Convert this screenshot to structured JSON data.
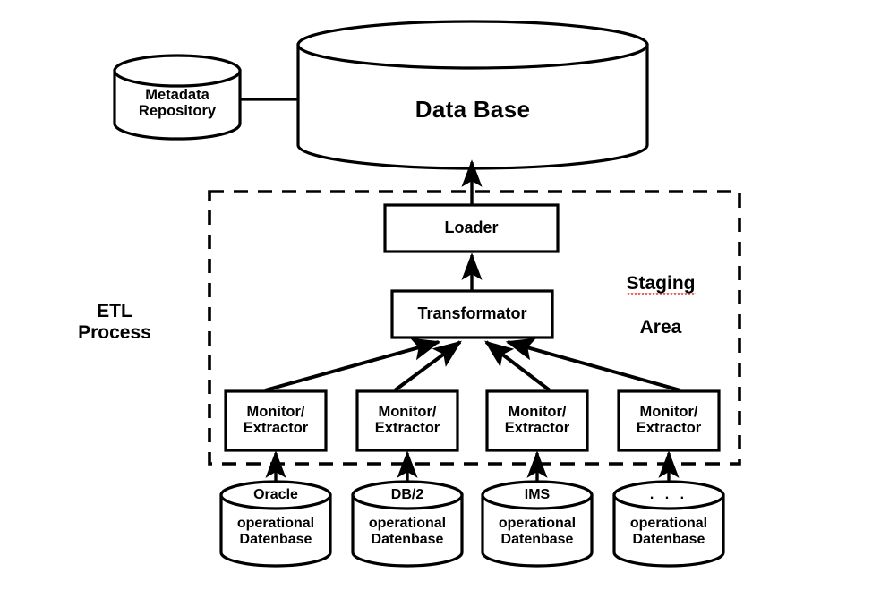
{
  "diagram": {
    "title": "ETL Process / Data Warehouse Staging Area",
    "stroke_color": "#000000",
    "background_color": "#ffffff",
    "spellcheck_underline_color": "#e23b2e"
  },
  "warehouse": {
    "database_label": "Data Base",
    "metadata_label": "Metadata\nRepository"
  },
  "staging": {
    "area_label": "Staging\nArea",
    "area_label_line1": "Staging",
    "area_label_line2": "Area",
    "etl_label": "ETL\nProcess",
    "loader_label": "Loader",
    "transformator_label": "Transformator"
  },
  "extractors": [
    {
      "label": "Monitor/\nExtractor"
    },
    {
      "label": "Monitor/\nExtractor"
    },
    {
      "label": "Monitor/\nExtractor"
    },
    {
      "label": "Monitor/\nExtractor"
    }
  ],
  "sources": [
    {
      "name": "Oracle",
      "body": "operational\nDatenbase"
    },
    {
      "name": "DB/2",
      "body": "operational\nDatenbase"
    },
    {
      "name": "IMS",
      "body": "operational\nDatenbase"
    },
    {
      "name": ". . .",
      "body": "operational\nDatenbase"
    }
  ]
}
